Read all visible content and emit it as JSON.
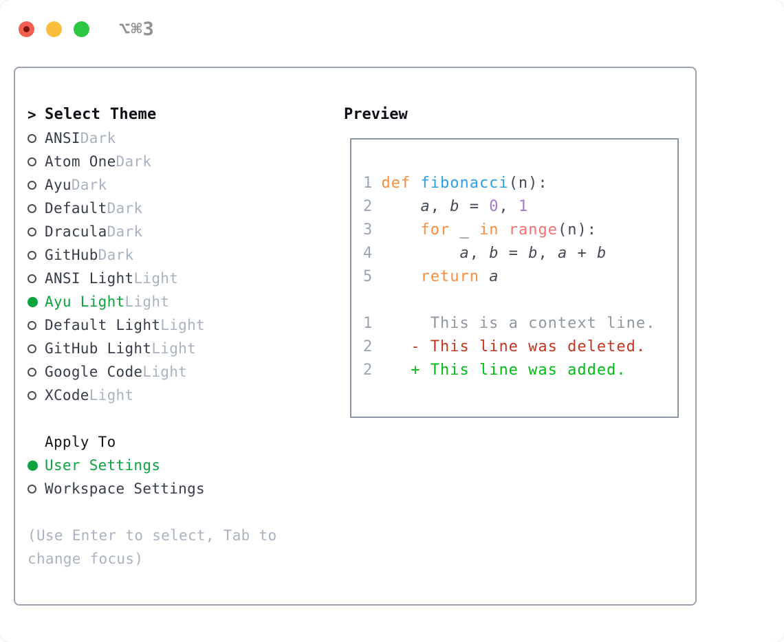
{
  "titlebar": {
    "shortcut": "⌥⌘3",
    "buttons": [
      "close",
      "minimize",
      "zoom"
    ]
  },
  "colors": {
    "tl-red": "#f15e51",
    "tl-red-dot": "#7d150b",
    "tl-yellow": "#fbbe3c",
    "tl-green": "#2cc740",
    "green-sel": "#0ba43e",
    "kw": "#fa8d3e",
    "fn": "#2aa0e8",
    "const": "#a37acc",
    "rng": "#f07171",
    "del": "#c63520",
    "add": "#00bd16"
  },
  "theme_panel": {
    "header": {
      "prompt": ">",
      "label": "Select Theme"
    },
    "items": [
      {
        "name": "ANSI",
        "variant": "Dark",
        "selected": false
      },
      {
        "name": "Atom One",
        "variant": "Dark",
        "selected": false
      },
      {
        "name": "Ayu",
        "variant": "Dark",
        "selected": false
      },
      {
        "name": "Default",
        "variant": "Dark",
        "selected": false
      },
      {
        "name": "Dracula",
        "variant": "Dark",
        "selected": false
      },
      {
        "name": "GitHub",
        "variant": "Dark",
        "selected": false
      },
      {
        "name": "ANSI Light",
        "variant": "Light",
        "selected": false
      },
      {
        "name": "Ayu Light",
        "variant": "Light",
        "selected": true
      },
      {
        "name": "Default Light",
        "variant": "Light",
        "selected": false
      },
      {
        "name": "GitHub Light",
        "variant": "Light",
        "selected": false
      },
      {
        "name": "Google Code",
        "variant": "Light",
        "selected": false
      },
      {
        "name": "XCode",
        "variant": "Light",
        "selected": false
      }
    ],
    "apply_to": {
      "label": "Apply To",
      "options": [
        {
          "label": "User Settings",
          "selected": true
        },
        {
          "label": "Workspace Settings",
          "selected": false
        }
      ]
    },
    "help_lines": [
      "(Use Enter to select, Tab to",
      "change focus)"
    ]
  },
  "preview": {
    "title": "Preview",
    "lines": [
      {
        "num": "1",
        "tokens": [
          {
            "t": "def ",
            "c": "kw"
          },
          {
            "t": "fibonacci",
            "c": "fn"
          },
          {
            "t": "(n):",
            "c": "pl"
          }
        ]
      },
      {
        "num": "2",
        "tokens": [
          {
            "t": "    ",
            "c": "pl"
          },
          {
            "t": "a",
            "c": "var"
          },
          {
            "t": ", ",
            "c": "pl"
          },
          {
            "t": "b",
            "c": "var"
          },
          {
            "t": " = ",
            "c": "pl"
          },
          {
            "t": "0",
            "c": "const"
          },
          {
            "t": ", ",
            "c": "pl"
          },
          {
            "t": "1",
            "c": "const"
          }
        ]
      },
      {
        "num": "3",
        "tokens": [
          {
            "t": "    ",
            "c": "pl"
          },
          {
            "t": "for",
            "c": "kw"
          },
          {
            "t": " _ ",
            "c": "pl"
          },
          {
            "t": "in",
            "c": "kw"
          },
          {
            "t": " ",
            "c": "pl"
          },
          {
            "t": "range",
            "c": "rng"
          },
          {
            "t": "(n):",
            "c": "pl"
          }
        ]
      },
      {
        "num": "4",
        "tokens": [
          {
            "t": "        ",
            "c": "pl"
          },
          {
            "t": "a",
            "c": "var"
          },
          {
            "t": ", ",
            "c": "pl"
          },
          {
            "t": "b",
            "c": "var"
          },
          {
            "t": " = ",
            "c": "pl"
          },
          {
            "t": "b",
            "c": "var"
          },
          {
            "t": ", ",
            "c": "pl"
          },
          {
            "t": "a",
            "c": "var"
          },
          {
            "t": " + ",
            "c": "pl"
          },
          {
            "t": "b",
            "c": "var"
          }
        ]
      },
      {
        "num": "5",
        "tokens": [
          {
            "t": "    ",
            "c": "pl"
          },
          {
            "t": "return",
            "c": "kw"
          },
          {
            "t": " ",
            "c": "pl"
          },
          {
            "t": "a",
            "c": "var"
          }
        ]
      },
      {
        "num": "",
        "tokens": []
      },
      {
        "num": "1",
        "tokens": [
          {
            "t": "     This is a context line.",
            "c": "ctx"
          }
        ]
      },
      {
        "num": "2",
        "tokens": [
          {
            "t": "   ",
            "c": "pl"
          },
          {
            "t": "- This line was deleted.",
            "c": "del"
          }
        ]
      },
      {
        "num": "2",
        "tokens": [
          {
            "t": "   ",
            "c": "pl"
          },
          {
            "t": "+ This line was added.",
            "c": "add"
          }
        ]
      }
    ]
  }
}
